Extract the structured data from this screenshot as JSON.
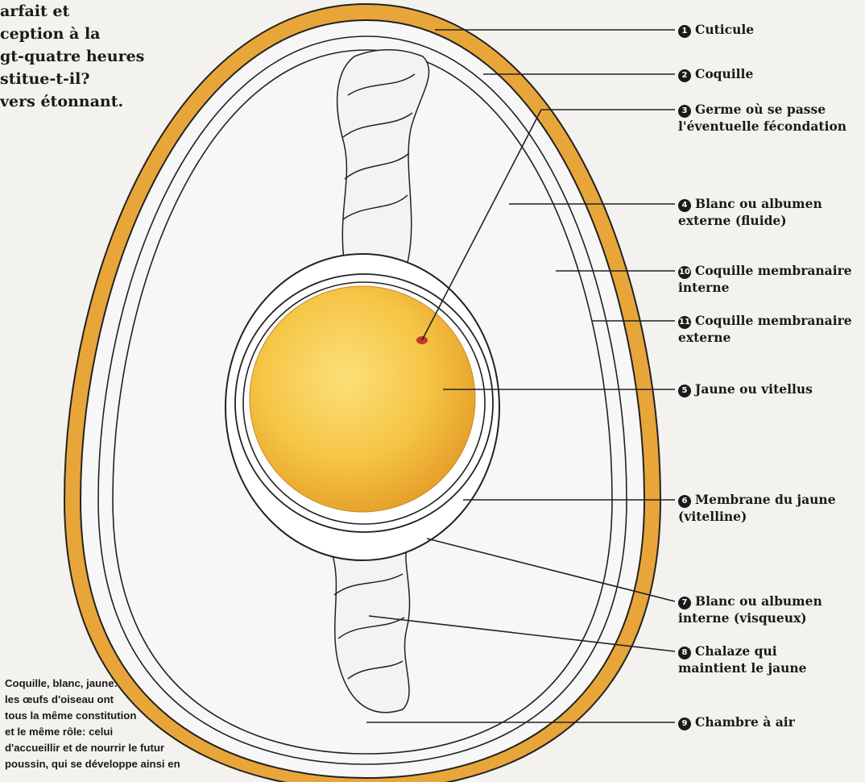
{
  "intro": {
    "lines": [
      "arfait et",
      "ception à la",
      "gt-quatre heures",
      "stitue-t-il?",
      "vers étonnant."
    ]
  },
  "caption": {
    "lines": [
      "Coquille, blanc, jaune:",
      "les œufs d'oiseau ont",
      "tous la même constitution",
      "et le même rôle: celui",
      "d'accueillir et de nourrir le futur",
      "poussin, qui se développe ainsi en"
    ]
  },
  "labels": [
    {
      "num": "1",
      "lines": [
        "Cuticule"
      ]
    },
    {
      "num": "2",
      "lines": [
        "Coquille"
      ]
    },
    {
      "num": "3",
      "lines": [
        "Germe où se passe",
        "l'éventuelle fécondation"
      ]
    },
    {
      "num": "4",
      "lines": [
        "Blanc ou albumen",
        "externe (fluide)"
      ]
    },
    {
      "num": "10",
      "lines": [
        "Coquille membranaire",
        "interne"
      ]
    },
    {
      "num": "11",
      "lines": [
        "Coquille membranaire",
        "externe"
      ]
    },
    {
      "num": "5",
      "lines": [
        "Jaune ou vitellus"
      ]
    },
    {
      "num": "6",
      "lines": [
        "Membrane du jaune",
        "(vitelline)"
      ]
    },
    {
      "num": "7",
      "lines": [
        "Blanc ou albumen",
        "interne (visqueux)"
      ]
    },
    {
      "num": "8",
      "lines": [
        "Chalaze qui",
        "maintient le jaune"
      ]
    },
    {
      "num": "9",
      "lines": [
        "Chambre à air"
      ]
    }
  ],
  "colors": {
    "shell": "#e8a63a",
    "yolk": "#f0bc3a",
    "germ": "#c0392b",
    "background": "#f4f2ee"
  }
}
